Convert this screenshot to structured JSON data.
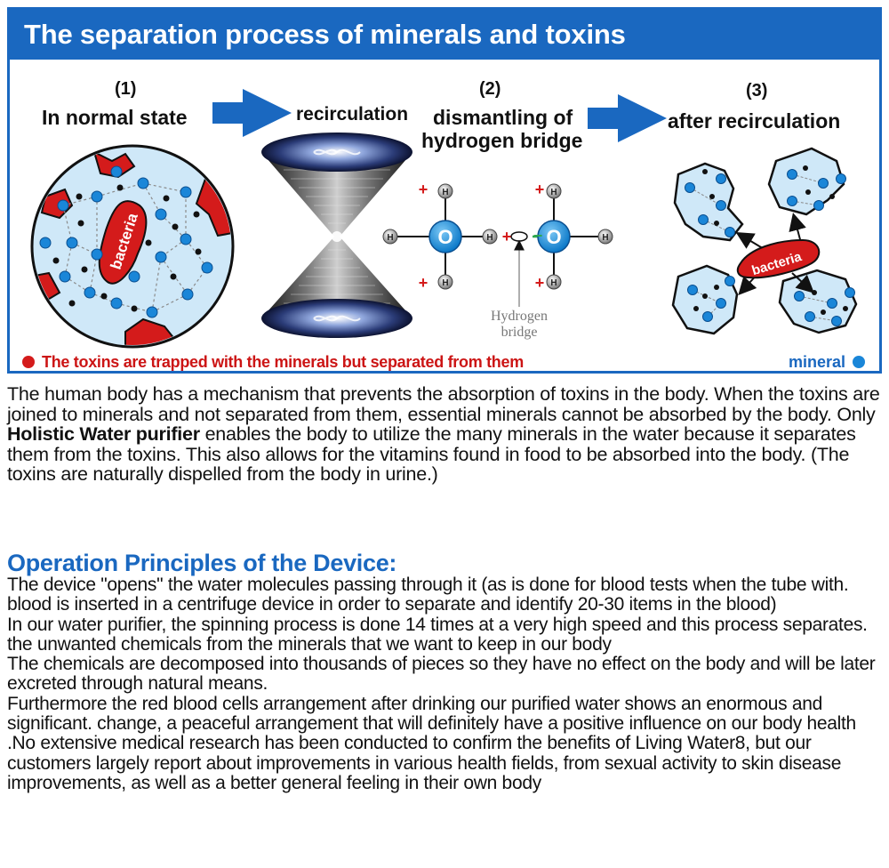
{
  "banner": {
    "title": "The separation process of minerals and toxins"
  },
  "steps": [
    {
      "number": "(1)",
      "label": "In normal state"
    },
    {
      "number": "(2)",
      "label_line1": "dismantling of",
      "label_line2": "hydrogen bridge"
    },
    {
      "number": "(3)",
      "label": "after recirculation"
    }
  ],
  "recirculation_label": "recirculation",
  "bacteria_label": "bacteria",
  "molecule": {
    "oxygen": "O",
    "hydrogen": "H",
    "plus": "+",
    "minus": "−",
    "bridge_label_line1": "Hydrogen",
    "bridge_label_line2": "bridge"
  },
  "captions": {
    "toxins": "The toxins are trapped with the minerals but separated from them",
    "mineral": "mineral"
  },
  "colors": {
    "brand_blue": "#1a68c0",
    "toxin_red": "#d41b1b",
    "mineral_blue": "#1a86d8",
    "cell_fill": "#cfe8f8"
  },
  "body": {
    "intro_before_bold": "The human body has a mechanism that prevents the absorption of toxins in the body. When the toxins are joined to minerals and not separated from them, essential minerals cannot be absorbed by the body. Only ",
    "intro_bold": "Holistic Water purifier",
    "intro_after_bold": " enables the body to utilize the many minerals in the water because it separates them from the toxins. This also allows for the vitamins found in food to be absorbed into the body. (The toxins are naturally dispelled from the body in urine.)",
    "section_title": "Operation Principles of the Device:",
    "paragraphs": [
      "The device \"opens\" the water molecules passing through it (as is done for blood tests when the tube with. blood is inserted in a centrifuge device in order to separate and identify 20-30 items in the blood)",
      "In our water purifier, the spinning process is done 14 times at a very high speed and this process separates. the unwanted chemicals from the minerals that we want to keep in our body",
      "The chemicals are decomposed into thousands of pieces so they have no effect on the body and will be later excreted through natural means.",
      "Furthermore the red blood cells arrangement after drinking our purified water shows an enormous and significant. change, a peaceful arrangement that will definitely have a positive influence on our body health",
      ".No extensive medical research has been conducted to confirm the benefits of Living Water8, but our customers largely report about improvements in various health fields, from sexual activity to skin disease improvements, as well as a better general feeling in their own body"
    ]
  }
}
